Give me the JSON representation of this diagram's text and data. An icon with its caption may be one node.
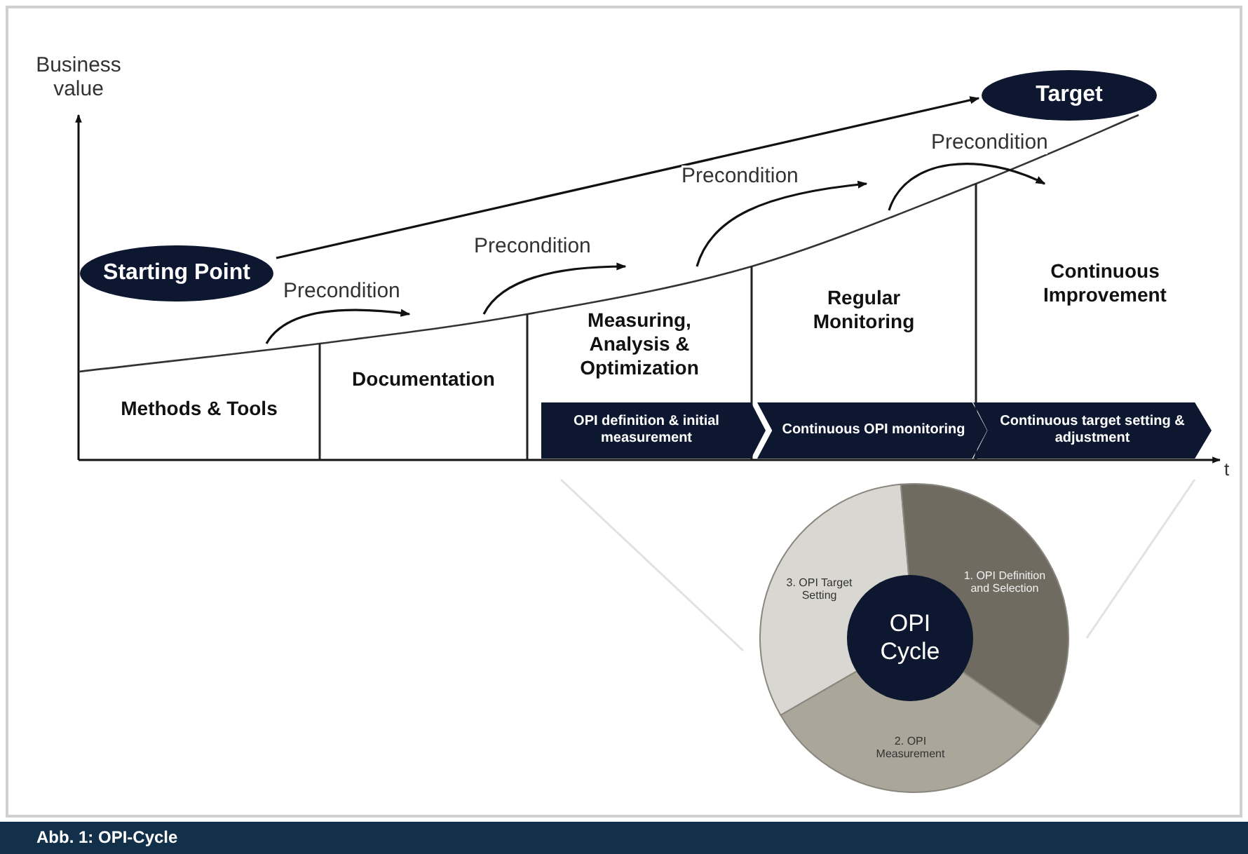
{
  "diagram": {
    "caption": "Abb. 1: OPI-Cycle",
    "nodes": [
      {
        "text": [
          "Starting Point"
        ]
      },
      {
        "text": [
          "Target"
        ]
      },
      {
        "text": [
          "Methods & Tools"
        ]
      },
      {
        "text": [
          "Documentation"
        ]
      },
      {
        "text": [
          "Measuring, Analysis & Optimization"
        ]
      },
      {
        "text": [
          "Regular Monitoring"
        ]
      },
      {
        "text": [
          "Continuous Improvement"
        ]
      },
      {
        "text": [
          "OPI definition & initial measurement"
        ]
      },
      {
        "text": [
          "Continuous OPI monitoring"
        ]
      },
      {
        "text": [
          "Continuous target setting & adjustment"
        ]
      },
      {
        "text": [
          "3. OPI Target Setting"
        ]
      },
      {
        "text": [
          "1. OPI Definition and Selection"
        ]
      },
      {
        "text": [
          "OPI Cycle"
        ]
      },
      {
        "text": [
          "2. OPI Measurement"
        ]
      }
    ],
    "edges": [
      {
        "from": 0,
        "to": 1,
        "arrow": "to"
      },
      {
        "from": 2,
        "to": 3,
        "arrow": "to",
        "label": "Precondition"
      },
      {
        "from": 3,
        "to": 4,
        "arrow": "to",
        "label": "Precondition"
      },
      {
        "from": 4,
        "to": 5,
        "arrow": "to",
        "label": "Precondition"
      },
      {
        "from": 5,
        "to": 6,
        "arrow": "to",
        "label": "Precondition"
      }
    ],
    "labels": [
      "Business value",
      "t"
    ]
  }
}
